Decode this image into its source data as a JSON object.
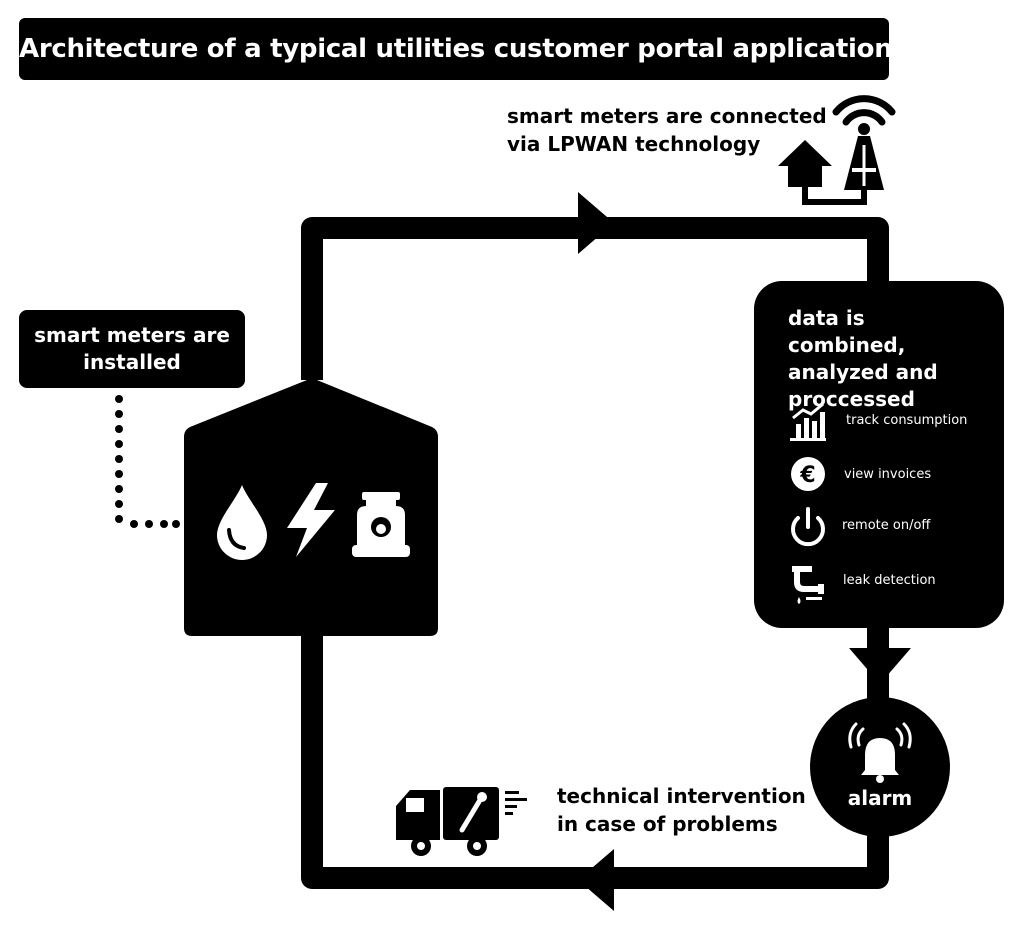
{
  "title": "Architecture of a typical utilities customer portal application",
  "connectivity": {
    "label_line1": "smart meters are connected",
    "label_line2": "via LPWAN technology",
    "icons": [
      "house-icon",
      "antenna-tower-icon"
    ]
  },
  "installation": {
    "label_line1": "smart meters are",
    "label_line2": "installed"
  },
  "home": {
    "icons": [
      "water-drop-icon",
      "lightning-bolt-icon",
      "gas-cylinder-icon"
    ]
  },
  "processing": {
    "title_line1": "data is combined,",
    "title_line2": "analyzed and",
    "title_line3": "proccessed",
    "features": [
      {
        "label": "track consumption",
        "icon": "bar-chart-icon"
      },
      {
        "label": "view invoices",
        "icon": "euro-icon"
      },
      {
        "label": "remote on/off",
        "icon": "power-icon"
      },
      {
        "label": "leak detection",
        "icon": "leaking-pipe-icon"
      }
    ]
  },
  "alarm": {
    "label": "alarm",
    "icon": "bell-icon"
  },
  "intervention": {
    "label_line1": "technical intervention",
    "label_line2": "in case of problems",
    "icon": "service-truck-icon"
  },
  "colors": {
    "primary": "#000000",
    "background": "#ffffff"
  }
}
